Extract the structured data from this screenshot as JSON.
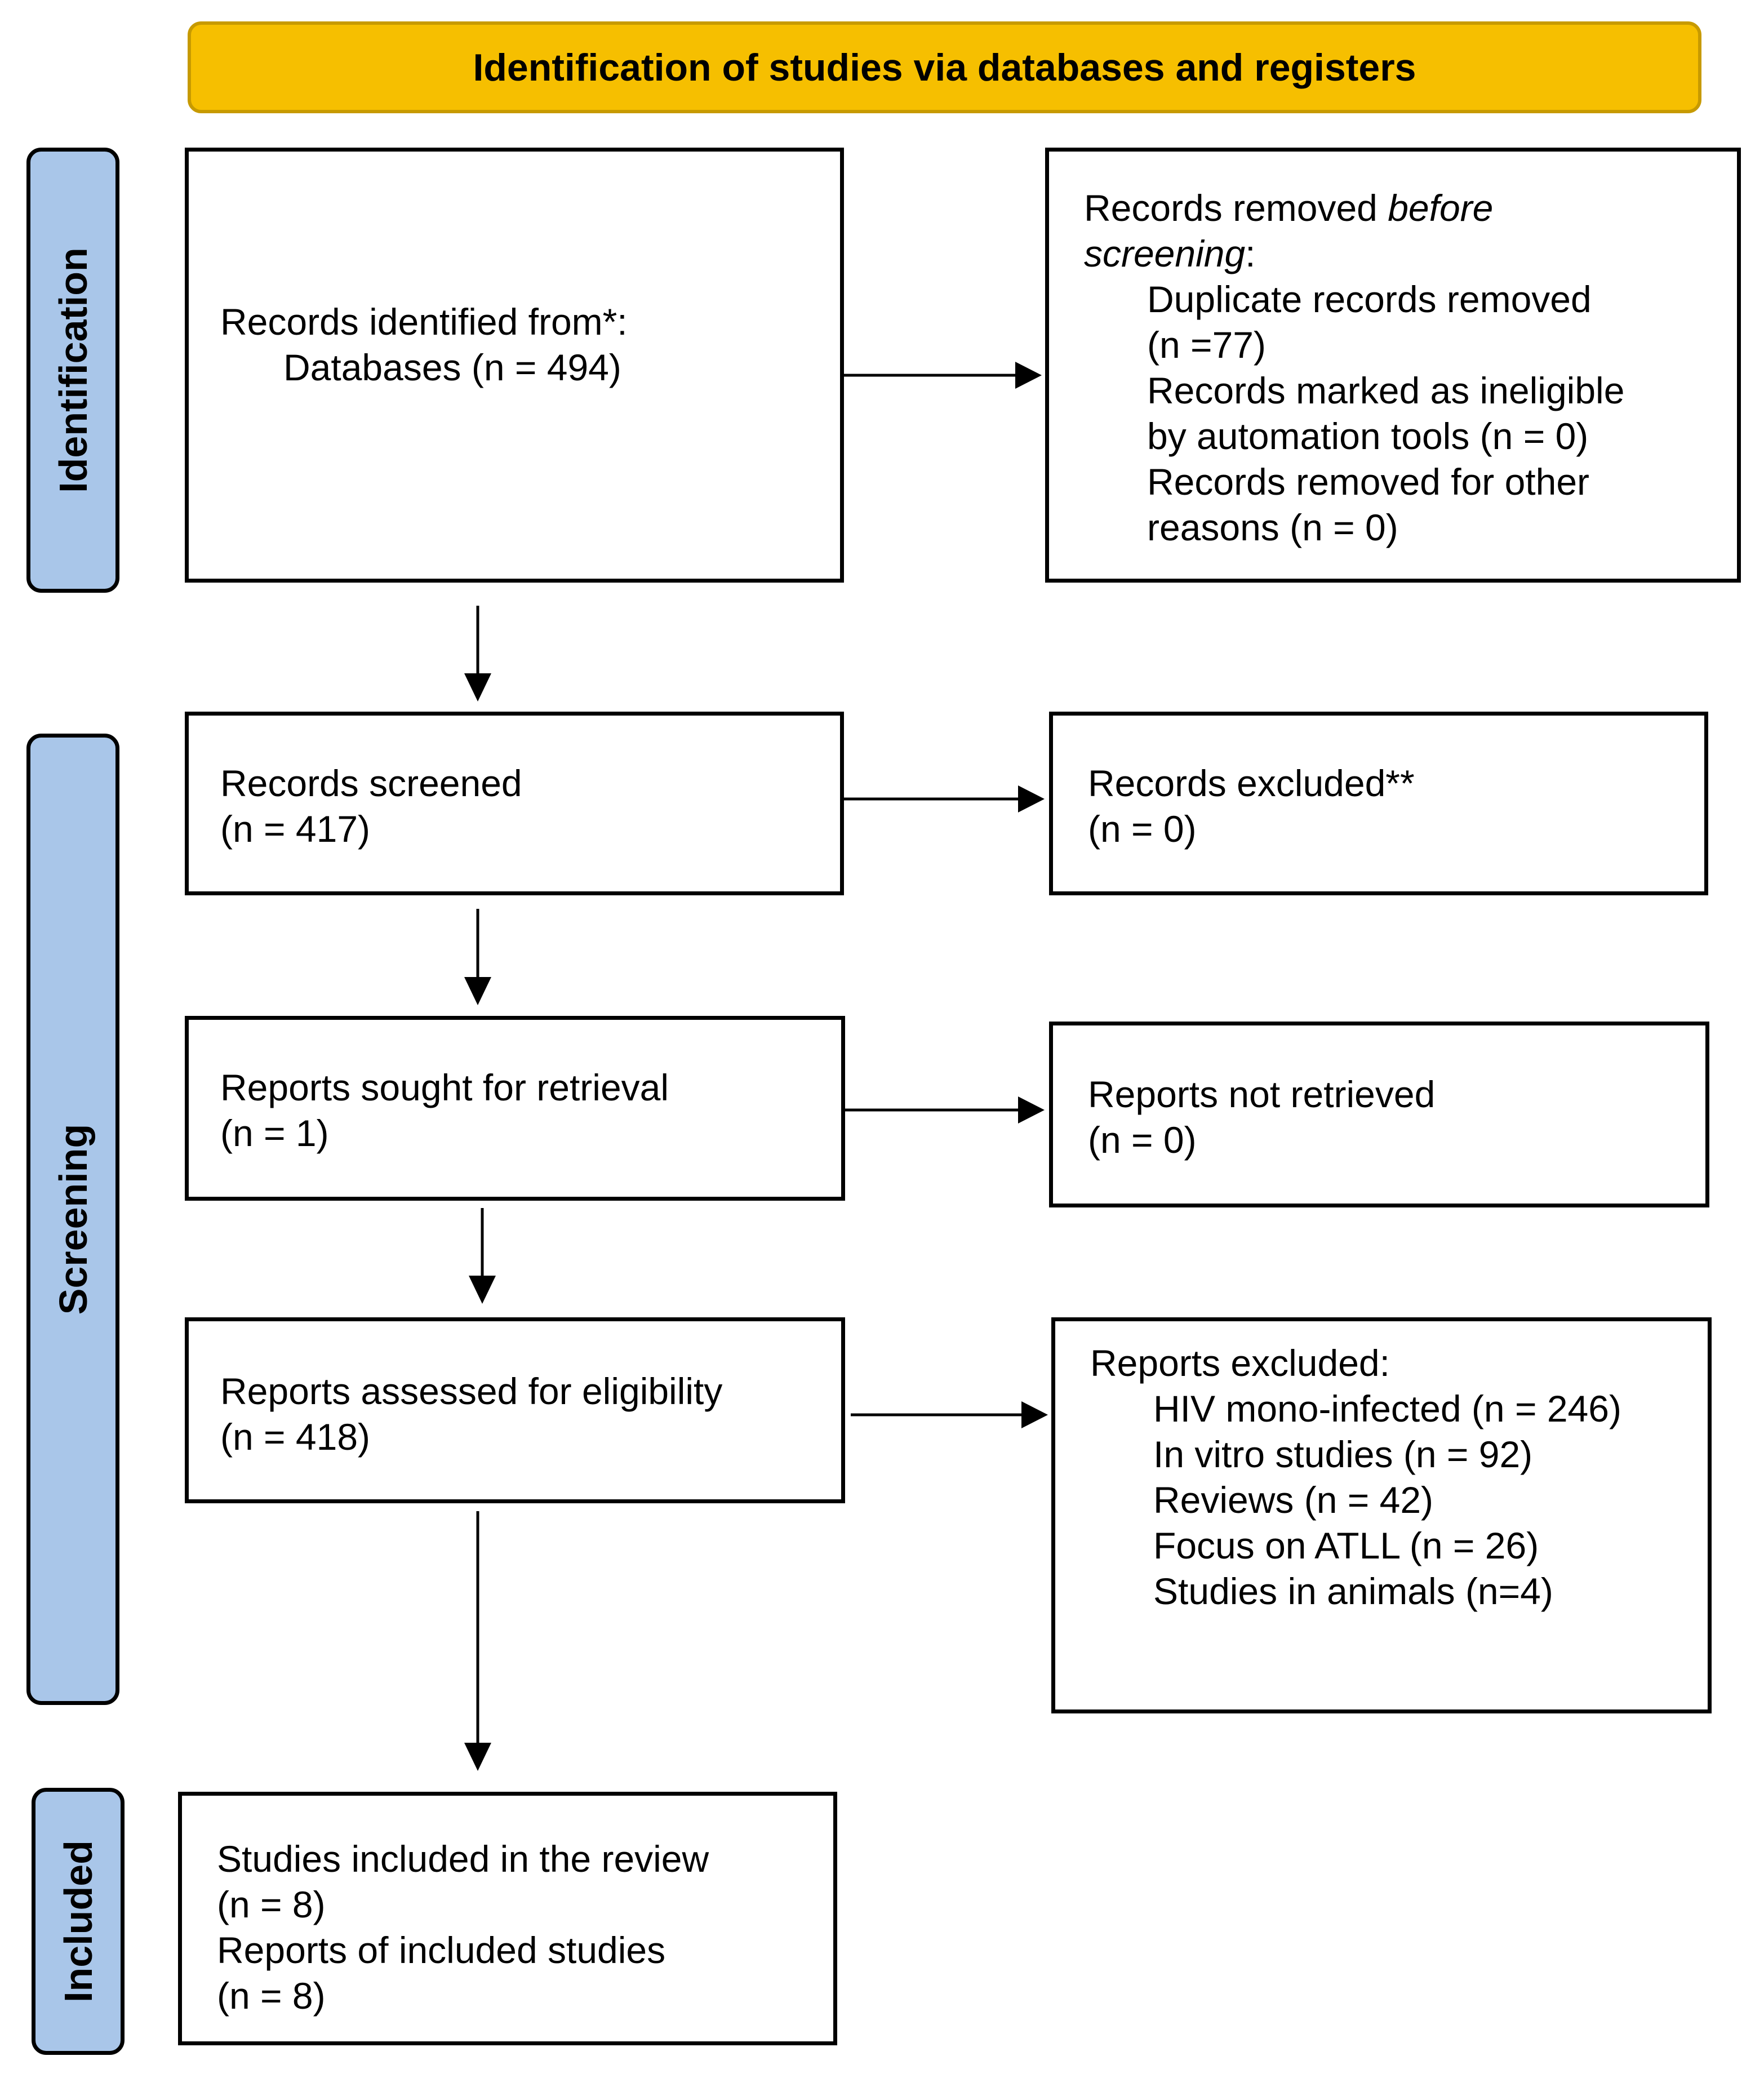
{
  "header": {
    "title": "Identification of studies via databases and registers"
  },
  "phases": {
    "identification": "Identification",
    "screening": "Screening",
    "included": "Included"
  },
  "identified": {
    "heading": "Records identified from*:",
    "databases": "Databases (n = 494)"
  },
  "removed_before": {
    "prefix": "Records removed ",
    "before": "before",
    "screening_word": "screening",
    "colon": ":",
    "duplicate": "Duplicate records removed",
    "duplicate_n": "(n =77)",
    "ineligible_1": "Records marked as ineligible",
    "ineligible_2": "by automation tools (n = 0)",
    "other_1": "Records removed for other",
    "other_2": "reasons (n = 0)"
  },
  "screened": {
    "label": "Records screened",
    "n": "(n = 417)"
  },
  "excluded": {
    "label": "Records excluded**",
    "n": "(n = 0)"
  },
  "sought": {
    "label": "Reports sought for retrieval",
    "n": "(n = 1)"
  },
  "not_retrieved": {
    "label": "Reports not retrieved",
    "n": "(n = 0)"
  },
  "assessed": {
    "label": "Reports assessed for eligibility",
    "n": "(n = 418)"
  },
  "reports_excluded": {
    "heading": "Reports excluded:",
    "reasons": [
      "HIV mono-infected (n = 246)",
      "In vitro studies (n = 92)",
      "Reviews (n = 42)",
      "Focus on ATLL (n = 26)",
      "Studies in animals (n=4)"
    ]
  },
  "included": {
    "studies": "Studies included in the review",
    "studies_n": "(n = 8)",
    "reports": "Reports of included studies",
    "reports_n": "(n = 8)"
  }
}
